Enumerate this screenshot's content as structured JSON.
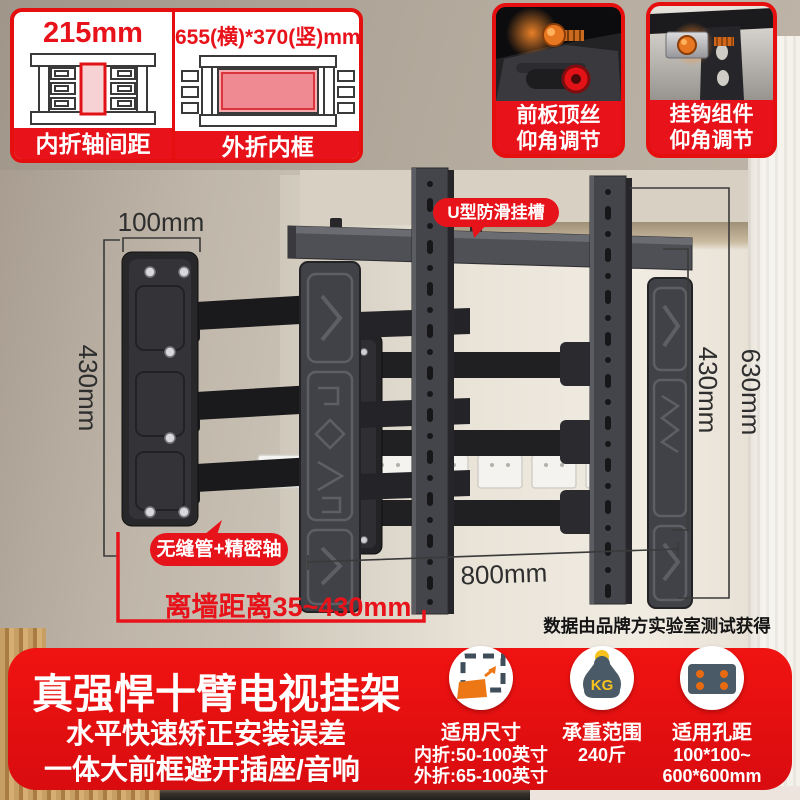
{
  "spec_box": {
    "inner": {
      "dim": "215mm",
      "label": "内折轴间距"
    },
    "outer": {
      "dim": "655(横)*370(竖)mm",
      "label": "外折内框"
    }
  },
  "photo_callouts": [
    {
      "line1": "前板顶丝",
      "line2": "仰角调节"
    },
    {
      "line1": "挂钩组件",
      "line2": "仰角调节"
    }
  ],
  "annotations": {
    "u_slot_badge": "U型防滑挂槽",
    "width_top": "100mm",
    "height_left": "430mm",
    "height_right_inner": "430mm",
    "height_right_outer": "630mm",
    "width_bottom": "800mm",
    "seamless_badge": "无缝管+精密轴",
    "wall_distance": "离墙距离35~430mm",
    "data_note": "数据由品牌方实验室测试获得"
  },
  "banner": {
    "title": "真强悍十臂电视挂架",
    "subtitle1": "水平快速矫正安装误差",
    "subtitle2": "一体大前框避开插座/音响",
    "features": [
      {
        "icon": "tv-size-icon",
        "title": "适用尺寸",
        "line1": "内折:50-100英寸",
        "line2": "外折:65-100英寸"
      },
      {
        "icon": "weight-kg-icon",
        "title": "承重范围",
        "line1": "240斤",
        "line2": "",
        "kg_label": "KG"
      },
      {
        "icon": "vesa-holes-icon",
        "title": "适用孔距",
        "line1": "100*100~",
        "line2": "600*600mm"
      }
    ]
  },
  "colors": {
    "accent_red": "#e7131a",
    "highlight_orange": "#e87722",
    "metal_dark": "#3f4145",
    "badge_text": "#ffffff"
  }
}
